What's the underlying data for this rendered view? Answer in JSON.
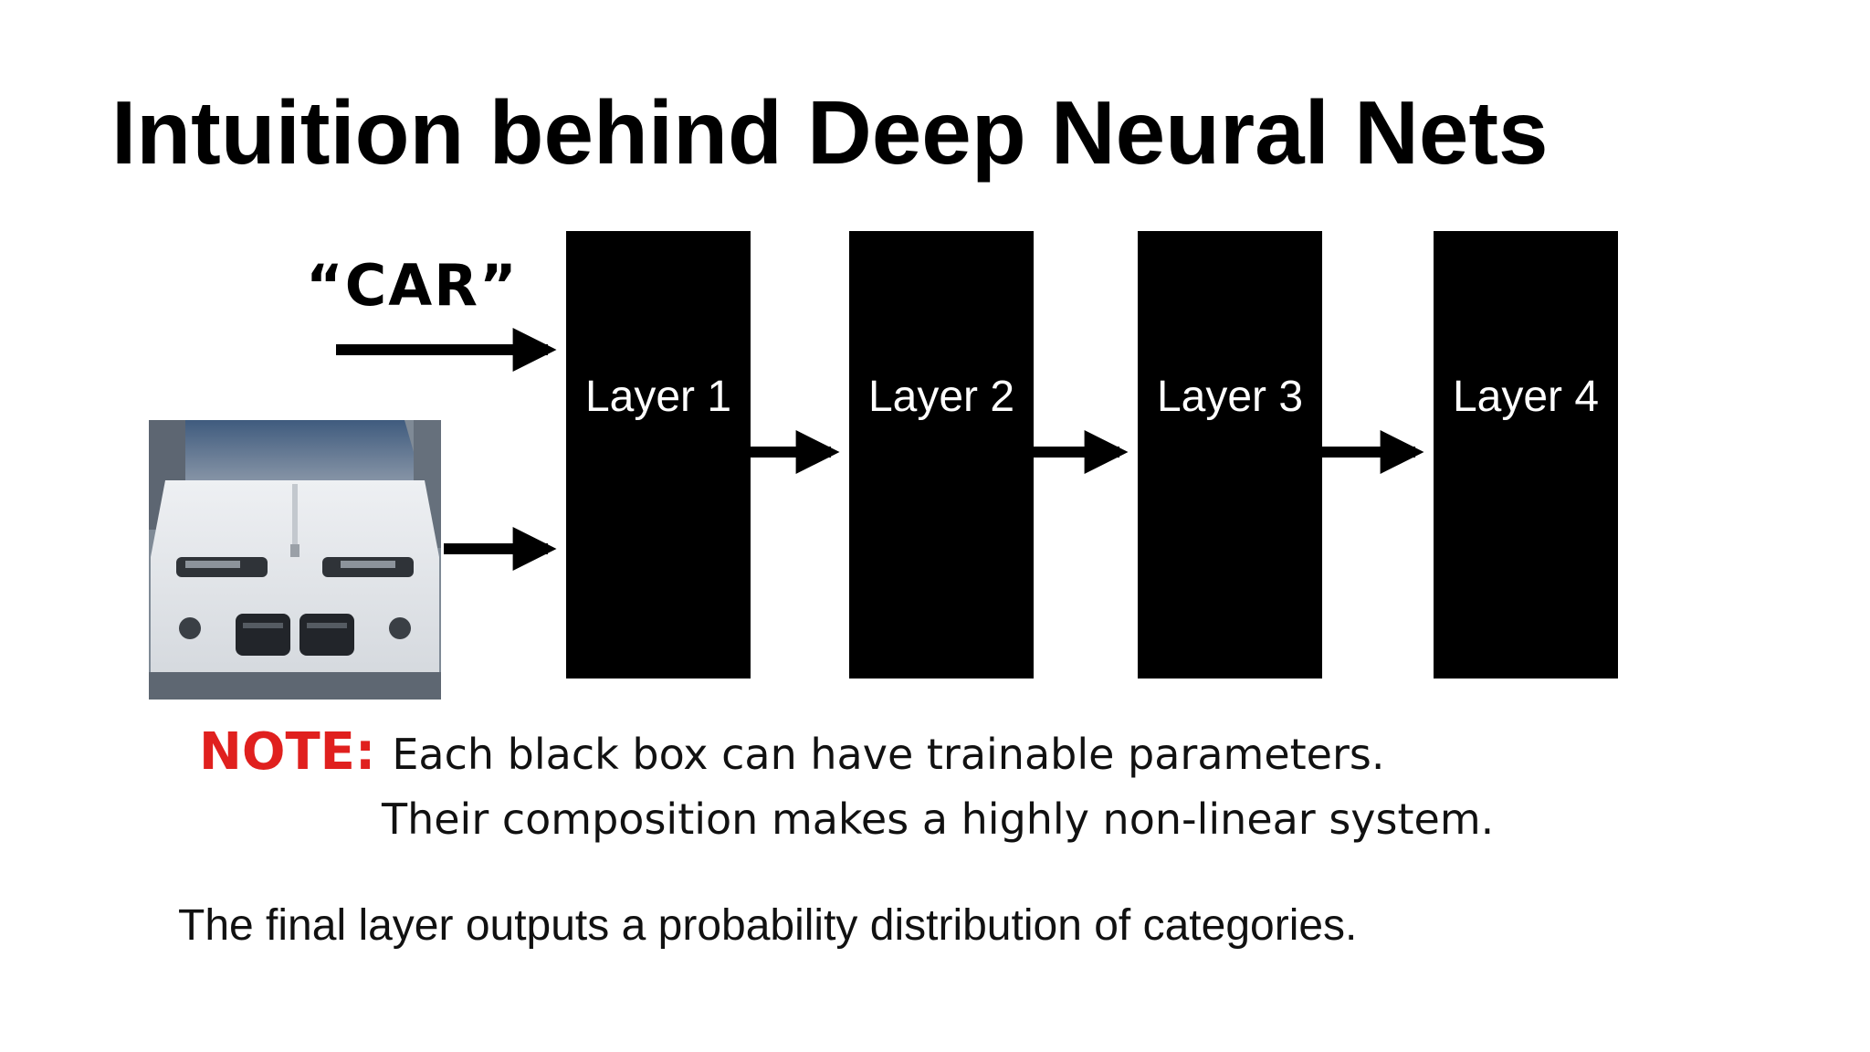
{
  "slide": {
    "title": "Intuition behind Deep Neural Nets",
    "input_label": "“CAR”",
    "layers": [
      {
        "label": "Layer 1"
      },
      {
        "label": "Layer 2"
      },
      {
        "label": "Layer 3"
      },
      {
        "label": "Layer 4"
      }
    ],
    "note": {
      "prefix": "NOTE:",
      "line1": "Each black box can have trainable parameters.",
      "line2": "Their composition makes a highly non-linear system."
    },
    "footer": "The final layer outputs a probability distribution of categories."
  },
  "colors": {
    "background": "#ffffff",
    "box": "#000000",
    "note_prefix": "#e0201e"
  }
}
